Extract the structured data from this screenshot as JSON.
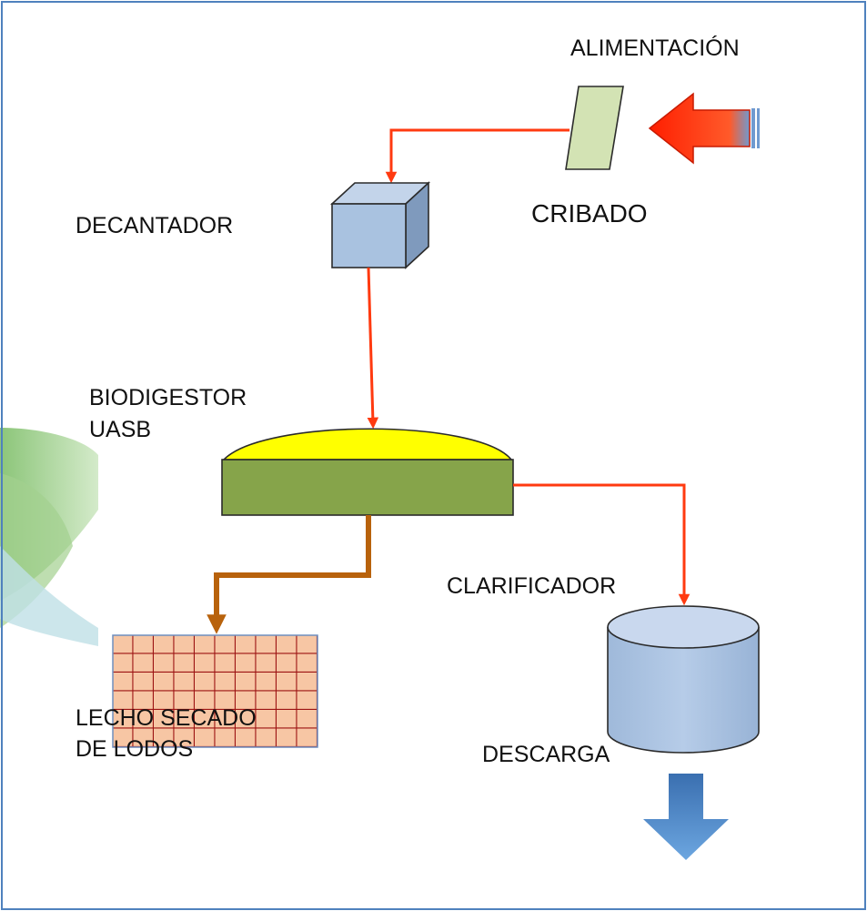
{
  "labels": {
    "alimentacion": "ALIMENTACIÓN",
    "cribado": "CRIBADO",
    "decantador": "DECANTADOR",
    "biodigestor_line1": "BIODIGESTOR",
    "biodigestor_line2": "UASB",
    "clarificador": "CLARIFICADOR",
    "lecho_line1": "LECHO SECADO",
    "lecho_line2": "DE LODOS",
    "descarga": "DESCARGA"
  },
  "colors": {
    "flow_arrow": "#ff3a10",
    "sludge_arrow": "#b8620c",
    "feed_arrow": "#ff2a00",
    "screen_fill": "#d3e3b4",
    "decanter_fill": "#a9c2e0",
    "digester_body": "#86a44a",
    "digester_dome": "#ffff00",
    "clarifier_fill": "#a9c2e0",
    "drying_bed_fill": "#f7c6a4",
    "drying_bed_grid": "#9c1212",
    "discharge_arrow": "#4b86c6",
    "frame_border": "#4f81bd"
  },
  "icons": [
    "feed-arrow-icon",
    "screen-icon",
    "decanter-cube-icon",
    "uasb-digester-icon",
    "drying-bed-icon",
    "clarifier-cylinder-icon",
    "discharge-arrow-icon"
  ]
}
